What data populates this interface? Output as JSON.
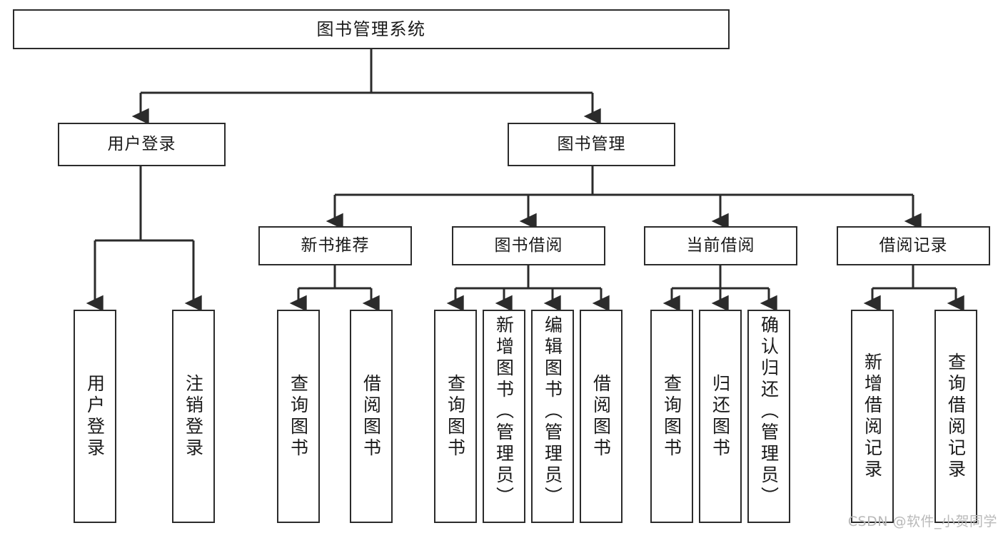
{
  "diagram": {
    "title": "图书管理系统",
    "type": "tree-hierarchy",
    "background_color": "#ffffff",
    "line_color": "#2b2b2b",
    "box_fill": "#ffffff",
    "text_color": "#1a1a1a"
  },
  "root": {
    "label": "图书管理系统"
  },
  "level1": [
    {
      "label": "用户登录"
    },
    {
      "label": "图书管理"
    }
  ],
  "level2": [
    {
      "label": "新书推荐"
    },
    {
      "label": "图书借阅"
    },
    {
      "label": "当前借阅"
    },
    {
      "label": "借阅记录"
    }
  ],
  "leaves": {
    "user_login": [
      {
        "label": "用户登录"
      },
      {
        "label": "注销登录"
      }
    ],
    "new_book": [
      {
        "label": "查询图书"
      },
      {
        "label": "借阅图书"
      }
    ],
    "book_borrow": [
      {
        "label": "查询图书"
      },
      {
        "label": "新增图书（管理员）"
      },
      {
        "label": "编辑图书（管理员）"
      },
      {
        "label": "借阅图书"
      }
    ],
    "current_borrow": [
      {
        "label": "查询图书"
      },
      {
        "label": "归还图书"
      },
      {
        "label": "确认归还（管理员）"
      }
    ],
    "borrow_record": [
      {
        "label": "新增借阅记录"
      },
      {
        "label": "查询借阅记录"
      }
    ]
  },
  "watermark": {
    "text": "CSDN @软件_小贺同学"
  }
}
